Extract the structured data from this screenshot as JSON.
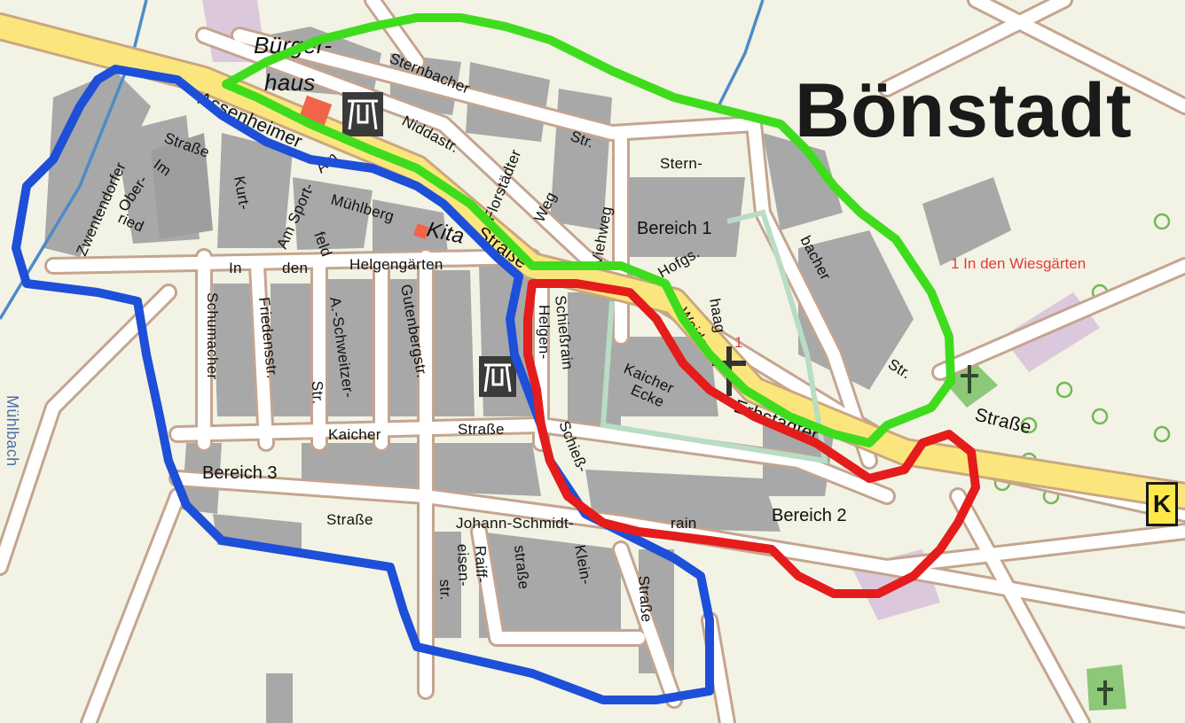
{
  "map": {
    "title": "Bönstadt",
    "legend_note": "1 In den Wiesgärten",
    "marker_number": "1",
    "road_badge": "K",
    "areas": [
      {
        "label": "Bereich 1",
        "color": "#3fdc1e"
      },
      {
        "label": "Bereich 2",
        "color": "#e41c1c"
      },
      {
        "label": "Bereich 3",
        "color": "#1d4fd8"
      }
    ],
    "poi": {
      "buergerhaus_line1": "Bürger-",
      "buergerhaus_line2": "haus",
      "kita": "Kita"
    },
    "streets": {
      "assenheimer": "Assenheimer",
      "strasse_main": "Straße",
      "sternbacher": "Sternbacher",
      "str_short": "Str.",
      "niddastr": "Niddastr.",
      "florstaedter": "Florstädter",
      "weg": "Weg",
      "viehweg": "Viehweg",
      "stern": "Stern-",
      "bacher": "bacher",
      "str_east": "Str.",
      "hofgs": "Hofgs.",
      "weidenhaag1": "Weiden-",
      "weidenhaag2": "haag",
      "kaicher_ecke1": "Kaicher",
      "kaicher_ecke2": "Ecke",
      "erbstaedter": "Erbstädter",
      "strasse_east": "Straße",
      "strasse_west": "Straße",
      "zwentendorfer": "Zwentendorfer",
      "im": "Im",
      "oberried1": "Ober-",
      "oberried2": "ried",
      "kurt": "Kurt-",
      "am_sport": "Am Sport-",
      "feld": "feld",
      "am": "Am",
      "muehlberg": "Mühlberg",
      "in": "In",
      "den": "den",
      "helgengaerten": "Helgengärten",
      "schumacher": "Schumacher",
      "friedensstr": "Friedensstr.",
      "schweitzer": "A.-Schweitzer-",
      "str_v": "Str.",
      "gutenbergstr": "Gutenbergstr.",
      "helgen": "Helgen-",
      "schiessrain_v": "Schießrain",
      "schiess": "Schieß-",
      "rain": "rain",
      "kaicher": "Kaicher",
      "strasse_kaicher": "Straße",
      "strasse_sw": "Straße",
      "johann_schmidt": "Johann-Schmidt-",
      "raiffeisen1": "Raiff-",
      "raiffeisen2": "eisen-",
      "raiffeisen3": "str.",
      "strasse_v": "straße",
      "klein": "Klein-",
      "strasse_v2": "Straße",
      "muehlbach": "Mühlbach"
    }
  }
}
